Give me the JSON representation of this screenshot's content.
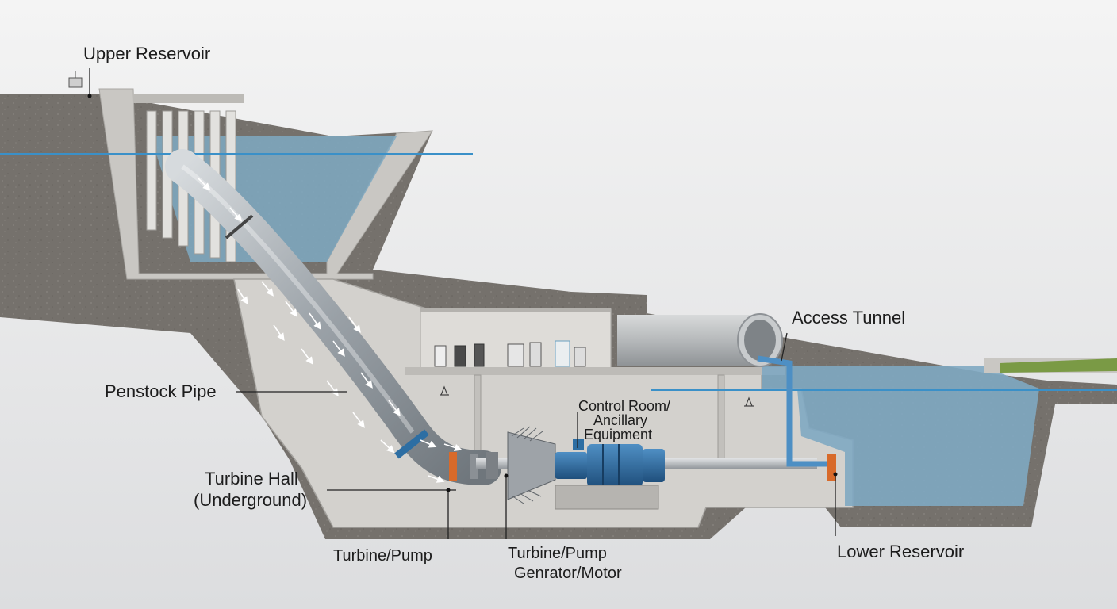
{
  "labels": {
    "upper_reservoir": "Upper Reservoir",
    "access_tunnel": "Access Tunnel",
    "penstock_pipe": "Penstock Pipe",
    "control_room_line1": "Control Room/",
    "control_room_line2": "Ancillary",
    "control_room_line3": "Equipment",
    "turbine_hall_line1": "Turbine Hall",
    "turbine_hall_line2": "(Underground)",
    "turbine_pump": "Turbine/Pump",
    "generator_line1": "Turbine/Pump",
    "generator_line2": "Genrator/Motor",
    "lower_reservoir": "Lower Reservoir"
  },
  "colors": {
    "water": "#7fa9c2",
    "water_line": "#3a90c8",
    "rock": "#77736e",
    "concrete": "#c9c7c3",
    "pipe": "#aab0b5",
    "machine_blue": "#2d6ea3",
    "flange_orange": "#d86a2a",
    "grass": "#7a9a45"
  },
  "icons": {
    "flow_arrows": "flow-arrow-icon",
    "vent_symbol": "vent-icon"
  }
}
